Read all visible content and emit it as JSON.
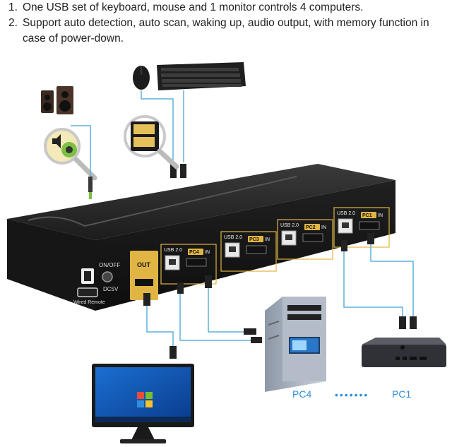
{
  "features": [
    {
      "num": "1.",
      "text": "One USB set of keyboard, mouse and 1 monitor controls 4 computers."
    },
    {
      "num": "2.",
      "text": "Support auto detection, auto scan, waking up, audio output, with memory function in case of power-down."
    }
  ],
  "device": {
    "power_switch_label": "ON/OFF",
    "dc_label": "DC5V",
    "remote_label": "Wired Remote",
    "out_label": "OUT",
    "usb_label": "USB 2.0",
    "in_label": "IN",
    "ports": [
      {
        "pc": "PC4"
      },
      {
        "pc": "PC3"
      },
      {
        "pc": "PC2"
      },
      {
        "pc": "PC1"
      }
    ]
  },
  "computers": {
    "left_label": "PC4",
    "right_label": "PC1",
    "dots": "•••••••"
  },
  "colors": {
    "accent_gold": "#e0b544",
    "cable_blue": "#5fb0d8",
    "label_blue": "#2f8fd8",
    "panel_black": "#1b1b1b"
  },
  "icons": [
    "speaker-icon",
    "audio-jack-icon",
    "usb-port-icon",
    "mouse-icon",
    "keyboard-icon",
    "monitor-icon",
    "tower-pc-icon",
    "mini-pc-icon"
  ]
}
